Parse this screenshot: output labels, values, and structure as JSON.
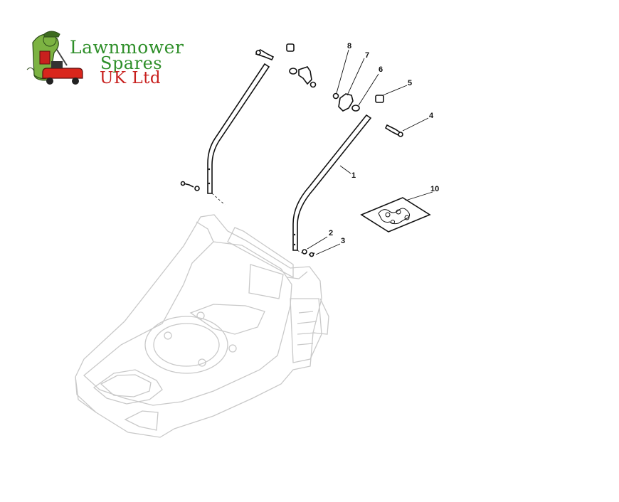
{
  "logo": {
    "line1": "Lawnmower",
    "line2": "Spares",
    "line3": "UK Ltd",
    "green": "#2f8f2a",
    "red": "#c8201e"
  },
  "callouts": [
    "1",
    "2",
    "3",
    "4",
    "5",
    "6",
    "7",
    "8",
    "10"
  ]
}
